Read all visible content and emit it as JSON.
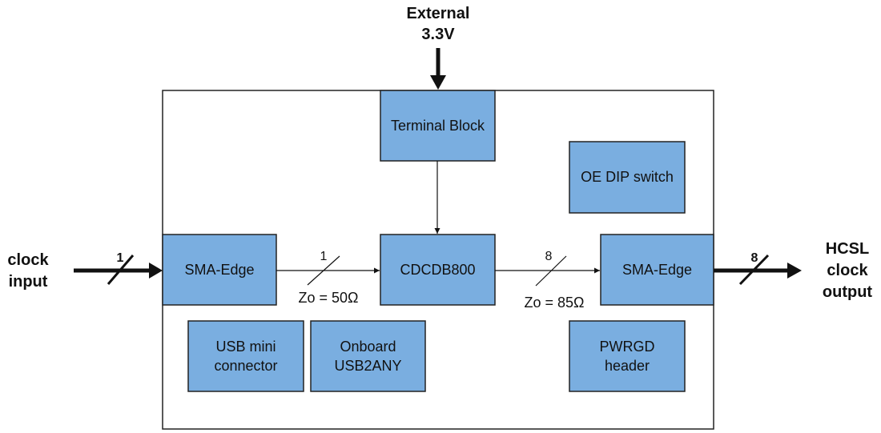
{
  "power": {
    "line1": "External",
    "line2": "3.3V"
  },
  "blocks": {
    "terminal_block": "Terminal Block",
    "oe_dip_switch": "OE DIP switch",
    "sma_in": "SMA-Edge",
    "cdcdb800": "CDCDB800",
    "sma_out": "SMA-Edge",
    "usb_mini": [
      "USB mini",
      "connector"
    ],
    "usb2any": [
      "Onboard",
      "USB2ANY"
    ],
    "pwrgd": [
      "PWRGD",
      "header"
    ]
  },
  "input": {
    "line1": "clock",
    "line2": "input",
    "bus_width": "1"
  },
  "output": {
    "line1": "HCSL",
    "line2": "clock",
    "line3": "output",
    "bus_width": "8"
  },
  "links": {
    "in_bus_width": "1",
    "in_impedance": "Zo = 50Ω",
    "out_bus_width": "8",
    "out_impedance": "Zo = 85Ω"
  }
}
